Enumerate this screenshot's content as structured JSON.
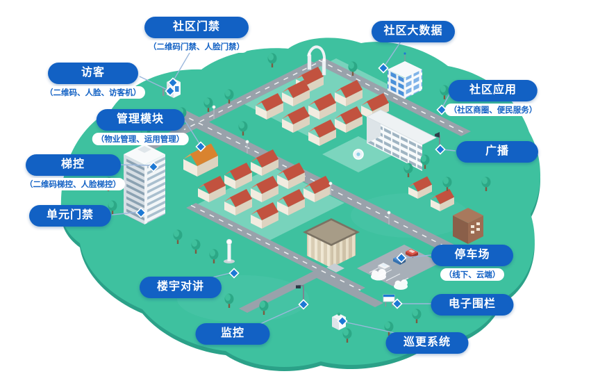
{
  "callouts": [
    {
      "title": "社区门禁",
      "subtitle": "（二维码门禁、人脸门禁）"
    },
    {
      "title": "访客",
      "subtitle": "（二维码、人脸、访客机）"
    },
    {
      "title": "管理模块",
      "subtitle": "（物业管理、运用管理）"
    },
    {
      "title": "梯控",
      "subtitle": "（二维码梯控、人脸梯控）"
    },
    {
      "title": "单元门禁",
      "subtitle": ""
    },
    {
      "title": "楼宇对讲",
      "subtitle": ""
    },
    {
      "title": "监控",
      "subtitle": ""
    },
    {
      "title": "社区大数据",
      "subtitle": ""
    },
    {
      "title": "社区应用",
      "subtitle": "（社区商圈、便民服务）"
    },
    {
      "title": "广播",
      "subtitle": ""
    },
    {
      "title": "停车场",
      "subtitle": "（线下、云端）"
    },
    {
      "title": "电子围栏",
      "subtitle": ""
    },
    {
      "title": "巡更系统",
      "subtitle": ""
    }
  ],
  "colors": {
    "pill_background": "#1261c4",
    "pill_text": "#ffffff",
    "subtitle_text": "#1261c4",
    "island_green": "#3ec19f",
    "marker_blue": "#1d79d4"
  }
}
